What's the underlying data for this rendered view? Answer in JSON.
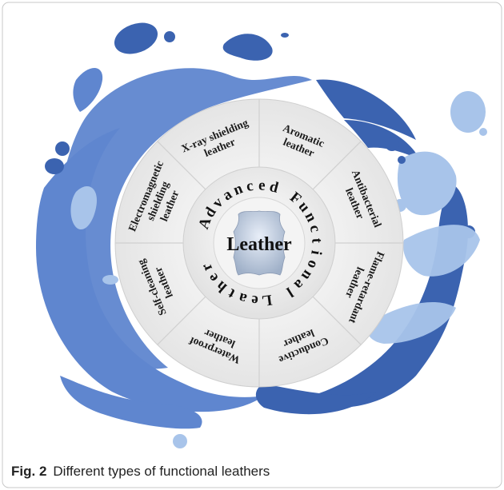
{
  "center": {
    "label": "Leather"
  },
  "ring": {
    "text": "Advanced Functional Leather"
  },
  "segments": [
    {
      "name": "aromatic",
      "lines": [
        "Aromatic",
        "leather"
      ]
    },
    {
      "name": "antibacterial",
      "lines": [
        "Antibacterial",
        "leather"
      ]
    },
    {
      "name": "flame-retardant",
      "lines": [
        "Flame-retardant",
        "leather"
      ]
    },
    {
      "name": "conductive",
      "lines": [
        "Conductive",
        "leather"
      ]
    },
    {
      "name": "waterproof",
      "lines": [
        "Waterproof",
        "leather"
      ]
    },
    {
      "name": "self-cleaning",
      "lines": [
        "Self-cleaning",
        "leather"
      ]
    },
    {
      "name": "electromagnetic-shielding",
      "lines": [
        "Electromagnetic",
        "shielding",
        "leather"
      ]
    },
    {
      "name": "x-ray-shielding",
      "lines": [
        "X-ray shielding",
        "leather"
      ]
    }
  ],
  "caption": {
    "fig": "Fig. 2",
    "text": "Different types of functional leathers"
  },
  "colors": {
    "dark_blue": "#3b63b0",
    "mid_blue": "#5f86cf",
    "light_blue": "#a8c4ea",
    "wheel": "#ececec"
  }
}
